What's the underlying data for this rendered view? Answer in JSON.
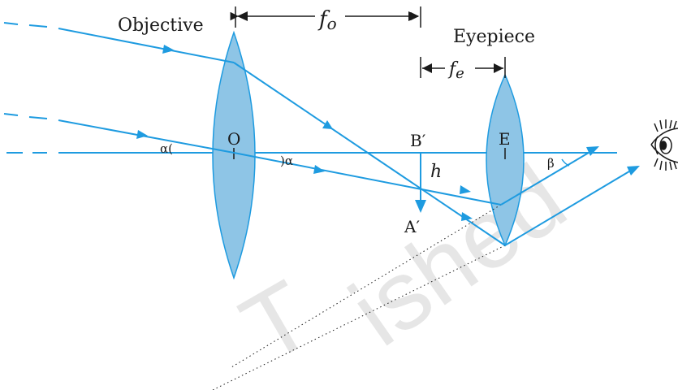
{
  "labels": {
    "objective": "Objective",
    "eyepiece": "Eyepiece",
    "f_o_main": "f",
    "f_o_sub": "o",
    "f_e_main": "f",
    "f_e_sub": "e",
    "O": "O",
    "E": "E",
    "B_prime": "B′",
    "A_prime": "A′",
    "h": "h",
    "alpha_left": "α(",
    "alpha_right": ")α",
    "beta": "β"
  },
  "watermark": {
    "text_1": "T",
    "text_2": "ished"
  },
  "colors": {
    "ray": "#1e9be0",
    "lens_fill": "#8ec5e6",
    "lens_stroke": "#1e9be0",
    "dim_line": "#1a1a1a",
    "watermark": "#e6e6e6"
  },
  "icons": {
    "eye": "eye-icon"
  }
}
